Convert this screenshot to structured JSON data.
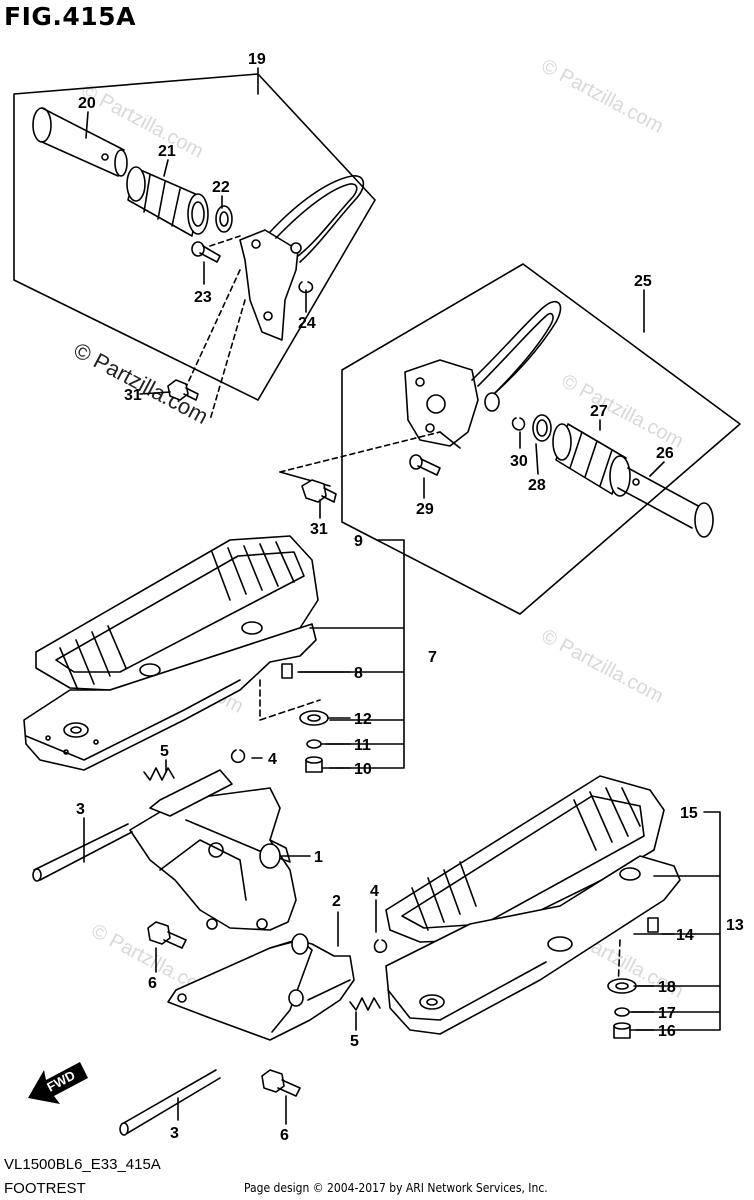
{
  "figure": {
    "title": "FIG.415A"
  },
  "footer": {
    "model_code": "VL1500BL6_E33_415A",
    "section_name": "FOOTREST",
    "credit": "Page design © 2004-2017 by ARI Network Services, Inc."
  },
  "watermark": {
    "text": "© Partzilla.com"
  },
  "direction_arrow": {
    "label": "FWD"
  },
  "callouts": [
    "1",
    "2",
    "3",
    "3",
    "4",
    "4",
    "5",
    "5",
    "6",
    "6",
    "7",
    "8",
    "9",
    "10",
    "11",
    "12",
    "13",
    "14",
    "15",
    "16",
    "17",
    "18",
    "19",
    "20",
    "21",
    "22",
    "23",
    "24",
    "25",
    "26",
    "27",
    "28",
    "29",
    "30",
    "31",
    "31"
  ],
  "colors": {
    "line": "#000000",
    "fill": "#ffffff",
    "watermark": "#d8d8d8"
  }
}
